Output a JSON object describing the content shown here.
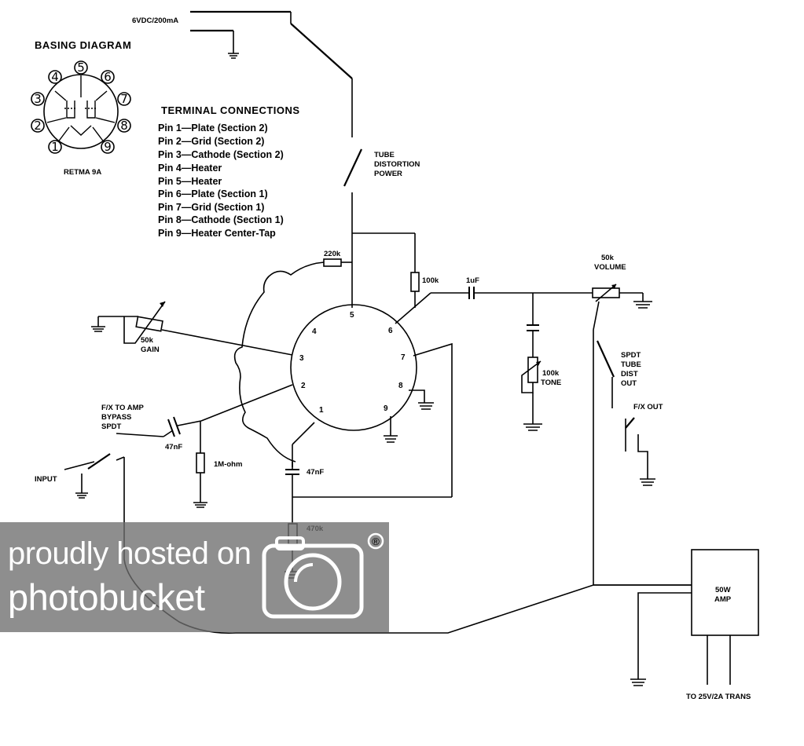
{
  "basing": {
    "title": "BASING DIAGRAM",
    "caption": "RETMA 9A",
    "pins": [
      "1",
      "2",
      "3",
      "4",
      "5",
      "6",
      "7",
      "8",
      "9"
    ]
  },
  "terminal": {
    "title": "TERMINAL CONNECTIONS",
    "lines": [
      "Pin 1—Plate (Section 2)",
      "Pin 2—Grid (Section 2)",
      "Pin 3—Cathode (Section 2)",
      "Pin 4—Heater",
      "Pin 5—Heater",
      "Pin 6—Plate (Section 1)",
      "Pin 7—Grid (Section 1)",
      "Pin 8—Cathode (Section 1)",
      "Pin 9—Heater Center-Tap"
    ]
  },
  "tube_pins": [
    "1",
    "2",
    "3",
    "4",
    "5",
    "6",
    "7",
    "8",
    "9"
  ],
  "labels": {
    "supply": "6VDC/200mA",
    "tube_power": [
      "TUBE",
      "DISTORTION",
      "POWER"
    ],
    "r220k": "220k",
    "r100k": "100k",
    "c1uf": "1uF",
    "volume": [
      "50k",
      "VOLUME"
    ],
    "gain": [
      "50k",
      "GAIN"
    ],
    "spdt_out": [
      "SPDT",
      "TUBE",
      "DIST",
      "OUT"
    ],
    "tone": [
      "100k",
      "TONE"
    ],
    "fx_out": "F/X OUT",
    "fx_bypass": [
      "F/X TO AMP",
      "BYPASS",
      "SPDT"
    ],
    "c47nf_in": "47nF",
    "r1m": "1M-ohm",
    "input": "INPUT",
    "c47nf_cath": "47nF",
    "r470k": "470k",
    "amp": [
      "50W",
      "AMP"
    ],
    "trans": "TO 25V/2A TRANS"
  },
  "watermark": {
    "line1": "proudly hosted on",
    "line2": "photobucket",
    "registered": "®"
  }
}
